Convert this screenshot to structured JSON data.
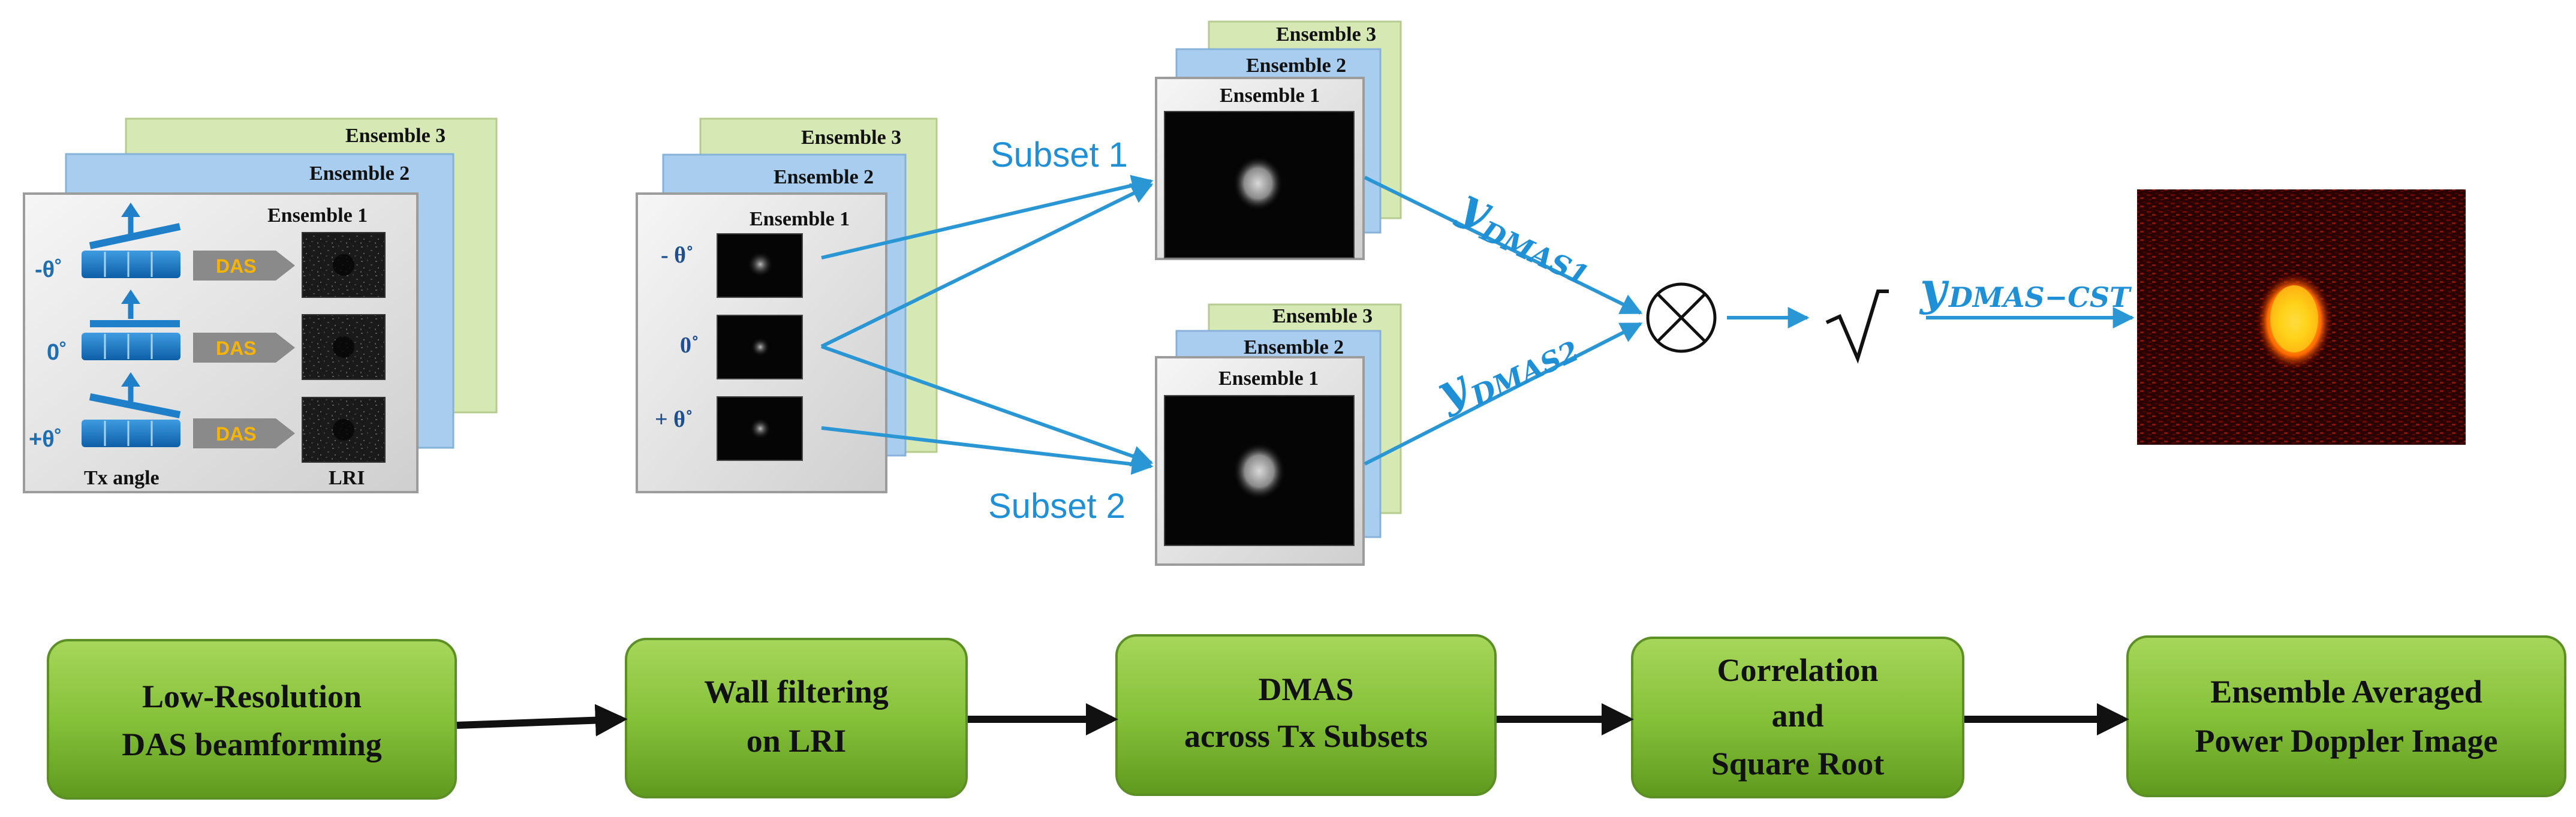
{
  "panel1": {
    "ensemble1": "Ensemble 1",
    "ensemble2": "Ensemble 2",
    "ensemble3": "Ensemble 3",
    "angle_neg": "-θ˚",
    "angle_zero": "0˚",
    "angle_pos": "+θ˚",
    "das_label": "DAS",
    "tx_angle_label": "Tx angle",
    "lri_label": "LRI"
  },
  "panel2": {
    "ensemble1": "Ensemble 1",
    "ensemble2": "Ensemble 2",
    "ensemble3": "Ensemble 3",
    "angle_neg": "- θ˚",
    "angle_zero": "0˚",
    "angle_pos": "+ θ˚"
  },
  "subset1": {
    "label": "Subset 1",
    "ensemble1": "Ensemble 1",
    "ensemble2": "Ensemble 2",
    "ensemble3": "Ensemble 3"
  },
  "subset2": {
    "label": "Subset 2",
    "ensemble1": "Ensemble 1",
    "ensemble2": "Ensemble 2",
    "ensemble3": "Ensemble 3"
  },
  "math": {
    "y1_base": "y",
    "y1_sub": "DMAS1",
    "y2_base": "y",
    "y2_sub": "DMAS2",
    "y_out_base": "y",
    "y_out_sub": "DMAS−CST",
    "multiply_symbol": "⊗",
    "sqrt_symbol": "√"
  },
  "pipeline": {
    "step1_line1": "Low-Resolution",
    "step1_line2": "DAS beamforming",
    "step2_line1": "Wall filtering",
    "step2_line2": "on LRI",
    "step3_line1": "DMAS",
    "step3_line2": "across Tx Subsets",
    "step4_line1": "Correlation",
    "step4_line2": "and",
    "step4_line3": "Square Root",
    "step5_line1": "Ensemble Averaged",
    "step5_line2": "Power Doppler Image"
  },
  "colors": {
    "ensemble3_fill": "#d6e8b4",
    "ensemble2_fill": "#a9cdee",
    "ensemble1_fill": "#e6e6e6",
    "arrow_blue": "#2a96d4",
    "pipeline_green": "#86c13a",
    "das_tag": "#8a8a8a",
    "das_text": "#f5b400"
  }
}
